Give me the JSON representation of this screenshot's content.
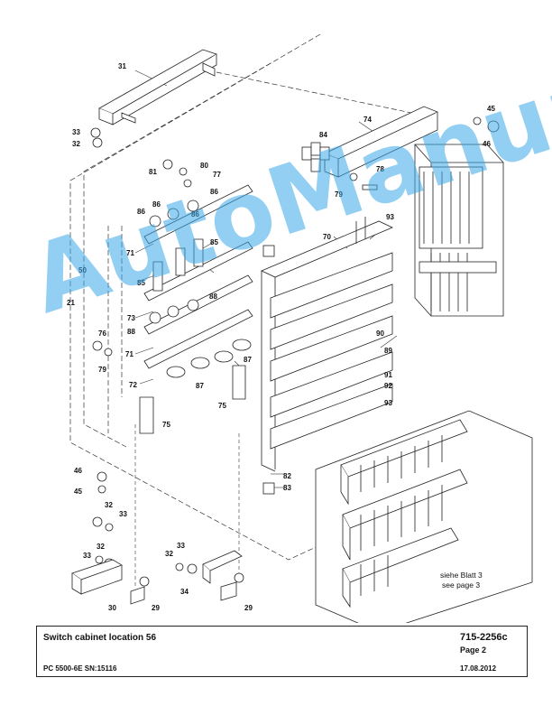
{
  "title_block": {
    "title": "Switch cabinet location 56",
    "doc_number": "715-2256c",
    "page": "Page 2",
    "machine": "PC 5500-6E SN:15116",
    "date": "17.08.2012"
  },
  "note": {
    "line1": "siehe Blatt 3",
    "line2": "see page 3"
  },
  "watermark": {
    "text": "AutoManual",
    "color": "#3aa8e8"
  },
  "callouts": {
    "c21": "21",
    "c29a": "29",
    "c29b": "29",
    "c30": "30",
    "c31": "31",
    "c32a": "32",
    "c32b": "32",
    "c32c": "32",
    "c32d": "32",
    "c33a": "33",
    "c33b": "33",
    "c33c": "33",
    "c33d": "33",
    "c34": "34",
    "c45a": "45",
    "c45b": "45",
    "c46a": "46",
    "c46b": "46",
    "c50": "50",
    "c70": "70",
    "c71a": "71",
    "c71b": "71",
    "c72": "72",
    "c73": "73",
    "c74": "74",
    "c75a": "75",
    "c75b": "75",
    "c76": "76",
    "c77": "77",
    "c78": "78",
    "c79a": "79",
    "c79b": "79",
    "c80": "80",
    "c81": "81",
    "c82": "82",
    "c83": "83",
    "c84": "84",
    "c85a": "85",
    "c85b": "85",
    "c86a": "86",
    "c86b": "86",
    "c86c": "86",
    "c86d": "86",
    "c87a": "87",
    "c87b": "87",
    "c88a": "88",
    "c88b": "88",
    "c89": "89",
    "c90": "90",
    "c91": "91",
    "c92": "92",
    "c93a": "93",
    "c93b": "93"
  }
}
